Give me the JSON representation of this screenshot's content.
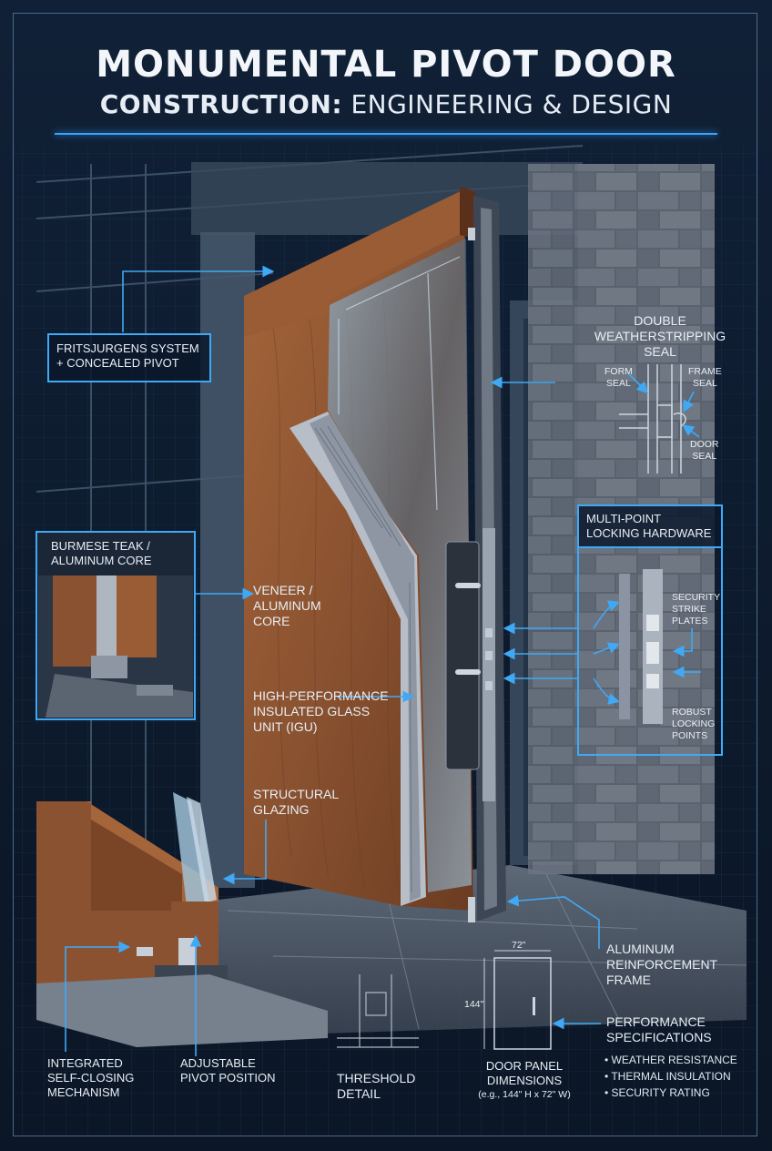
{
  "title": {
    "line1": "MONUMENTAL PIVOT DOOR",
    "line2_strong": "CONSTRUCTION:",
    "line2_rest": " ENGINEERING & DESIGN"
  },
  "labels": {
    "fritsjurgens": "FRITSJURGENS SYSTEM\n+ CONCEALED PIVOT",
    "burmese": "BURMESE TEAK /\nALUMINUM CORE",
    "veneer": "VENEER /\nALUMINUM\nCORE",
    "igu": "HIGH-PERFORMANCE\nINSULATED GLASS\nUNIT (IGU)",
    "structural": "STRUCTURAL\nGLAZING",
    "weatherstrip": "DOUBLE\nWEATHERSTRIPPING\nSEAL",
    "form_seal": "FORM\nSEAL",
    "frame_seal": "FRAME\nSEAL",
    "door_seal": "DOOR\nSEAL",
    "multipoint": "MULTI-POINT\nLOCKING HARDWARE",
    "strike": "SECURITY\nSTRIKE\nPLATES",
    "locking": "ROBUST\nLOCKING\nPOINTS",
    "aluminum_frame": "ALUMINUM\nREINFORCEMENT\nFRAME",
    "performance": "PERFORMANCE\nSPECIFICATIONS",
    "self_closing": "INTEGRATED\nSELF-CLOSING\nMECHANISM",
    "pivot_position": "ADJUSTABLE\nPIVOT POSITION",
    "threshold": "THRESHOLD\nDETAIL",
    "panel_dims": "DOOR PANEL\nDIMENSIONS",
    "panel_dims_note": "(e.g., 144\" H x 72\" W)",
    "dim_width": "72\"",
    "dim_height": "144\""
  },
  "performance_items": [
    "WEATHER RESISTANCE",
    "THERMAL INSULATION",
    "SECURITY RATING"
  ],
  "colors": {
    "background": "#0e1a2b",
    "accent": "#35a7ff",
    "teak": "#8a5230",
    "glass": "#6f8fa8",
    "stone": "#5c6470"
  }
}
